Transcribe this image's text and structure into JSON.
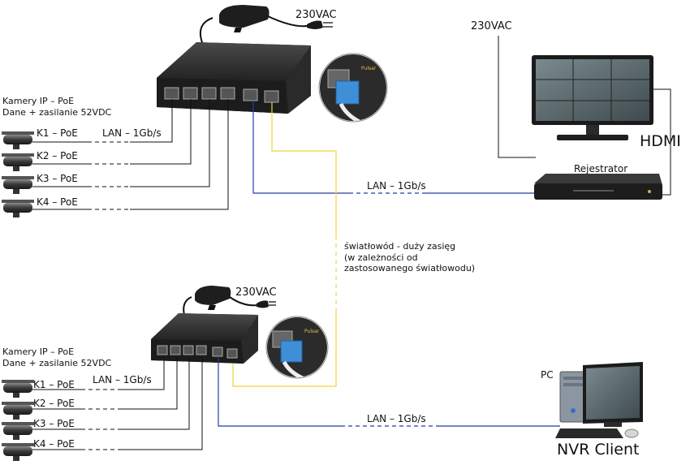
{
  "top": {
    "power_label": "230VAC",
    "cams_title_1": "Kamery IP – PoE",
    "cams_title_2": "Dane + zasilanie 52VDC",
    "cams": [
      "K1 – PoE",
      "K2 – PoE",
      "K3 – PoE",
      "K4 – PoE"
    ],
    "lan_cam": "LAN – 1Gb/s",
    "lan_rec": "LAN – 1Gb/s"
  },
  "bottom": {
    "power_label": "230VAC",
    "cams_title_1": "Kamery IP – PoE",
    "cams_title_2": "Dane + zasilanie 52VDC",
    "cams": [
      "K1 – PoE",
      "K2 – PoE",
      "K3 – PoE",
      "K4 – PoE"
    ],
    "lan_cam": "LAN – 1Gb/s",
    "lan_pc": "LAN – 1Gb/s"
  },
  "fiber": {
    "line1": "światłowód - duży zasięg",
    "line2": "(w zależności od",
    "line3": "zastosowanego światłowodu)"
  },
  "monitor": {
    "power_label": "230VAC",
    "hdmi_label": "HDMI"
  },
  "recorder": {
    "label": "Rejestrator"
  },
  "pc": {
    "label": "PC",
    "client_label": "NVR Client"
  },
  "brand": "Pulsar",
  "colors": {
    "lan_line": "#1f3fa8",
    "fiber_line": "#f2d23a",
    "cable": "#111111",
    "switch_body": "#2a2a2a"
  }
}
